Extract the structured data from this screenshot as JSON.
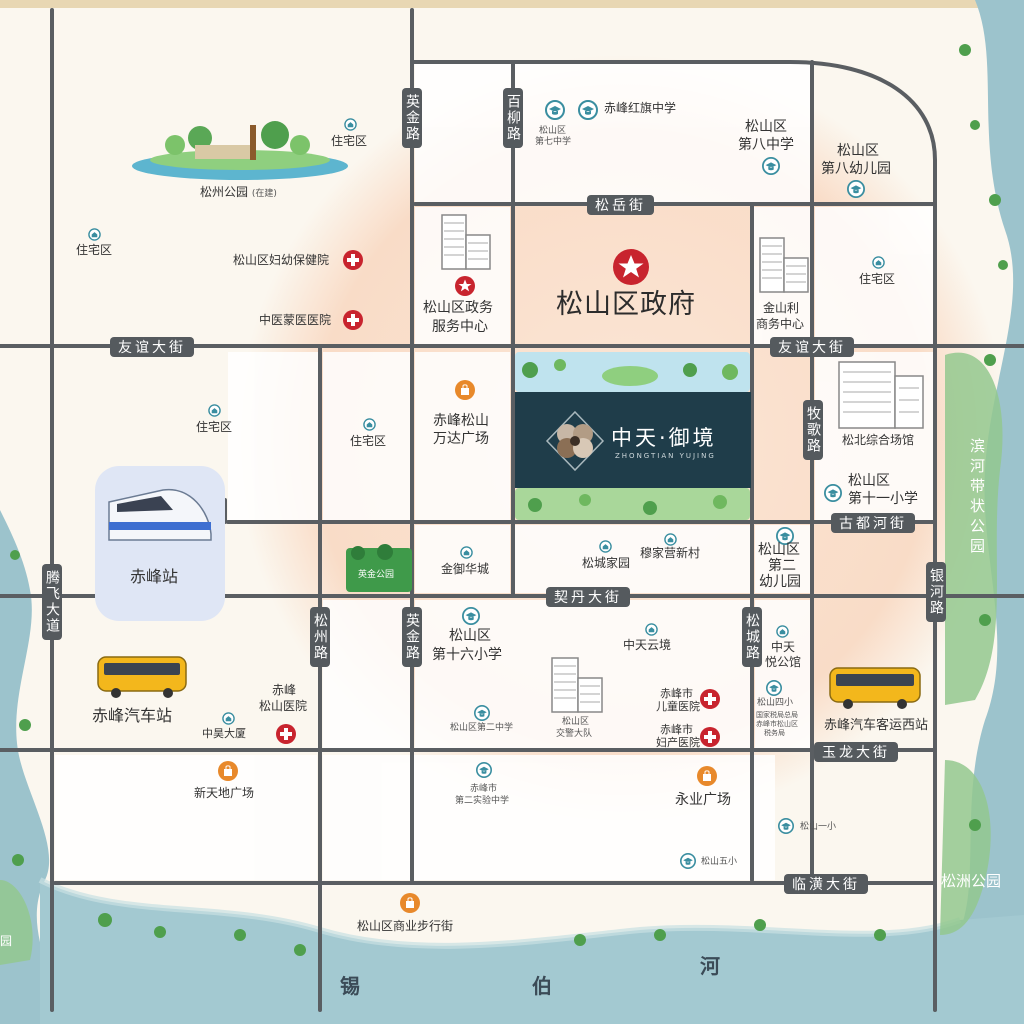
{
  "colors": {
    "road": "#5a5e62",
    "river": "#9cc3cc",
    "park_green": "#93c88e",
    "glow": "#f9ddc8",
    "tag_bg": "#555a5e",
    "brand_bg": "#1f3d4a",
    "marker_red": "#c8242e",
    "school_teal": "#3a8ea0",
    "mall_orange": "#e8892b"
  },
  "roads": {
    "youyi": "友谊大街",
    "songyue": "松岳街",
    "qidan": "契丹大街",
    "gudouhe": "古都河街",
    "yulong": "玉龙大街",
    "linhuang": "临潢大街",
    "yingjin_top": "英金路",
    "yingjin_bottom": "英金路",
    "bailiu": "百柳路",
    "muge": "牧歌路",
    "tengfei": "腾飞大道",
    "songzhou": "松州路",
    "songcheng": "松城路",
    "yinhe": "银河路"
  },
  "rivers": {
    "xi": "锡",
    "bo": "伯",
    "he": "河",
    "binhe_park": "滨河带状公园",
    "songzhou_park": "松洲公园",
    "left_park_fragment": "园"
  },
  "landmarks": {
    "government": "松山区政府",
    "gov_service_1": "松山区政务",
    "gov_service_2": "服务中心",
    "jinshanli_1": "金山利",
    "jinshanli_2": "商务中心",
    "wanda_1": "赤峰松山",
    "wanda_2": "万达广场",
    "songbei_gym": "松北综合场馆",
    "songzhou_park": "松州公园",
    "songzhou_park_note": "(在建)",
    "yingjin_park": "英金公园",
    "chifeng_station": "赤峰站",
    "bus_station": "赤峰汽车站",
    "bus_west": "赤峰汽车客运西站",
    "xintiandi": "新天地广场",
    "yongye": "永业广场",
    "pedestrian": "松山区商业步行街",
    "zhonghao": "中昊大厦",
    "police_1": "松山区",
    "police_2": "交警大队",
    "tax_1": "国家税局总局",
    "tax_2": "赤峰市松山区",
    "tax_3": "税务局"
  },
  "hospitals": {
    "maternal_child": "松山区妇幼保健院",
    "mongolian_med": "中医蒙医医院",
    "songshan_1": "赤峰",
    "songshan_2": "松山医院",
    "children_1": "赤峰市",
    "children_2": "儿童医院",
    "maternity_1": "赤峰市",
    "maternity_2": "妇产医院"
  },
  "schools": {
    "hongqi": "赤峰红旗中学",
    "no7_1": "松山区",
    "no7_2": "第七中学",
    "no8_1": "松山区",
    "no8_2": "第八中学",
    "kinder8_1": "松山区",
    "kinder8_2": "第八幼儿园",
    "no11_1": "松山区",
    "no11_2": "第十一小学",
    "kinder2_1": "松山区",
    "kinder2_2": "第二",
    "kinder2_3": "幼儿园",
    "no16_1": "松山区",
    "no16_2": "第十六小学",
    "no2mid": "松山区第二中学",
    "exp2_1": "赤峰市",
    "exp2_2": "第二实验中学",
    "songshan4": "松山四小",
    "songshan1": "松山一小",
    "songshan5": "松山五小"
  },
  "residential": {
    "zhuzhai_top": "住宅区",
    "zhuzhai_left": "住宅区",
    "zhuzhai_right": "住宅区",
    "zhuzhai_mid_left": "住宅区",
    "zhuzhai_mid": "住宅区",
    "jinyu": "金御华城",
    "songcheng": "松城家园",
    "mujiaying": "穆家营新村",
    "zhongtian_yunjing": "中天云境",
    "zhongtian_yue_1": "中天",
    "zhongtian_yue_2": "悦公馆"
  },
  "project": {
    "name_cn": "中天·御境",
    "name_en": "ZHONGTIAN YUJING"
  },
  "icons": {
    "government": "red-star-marker",
    "hospital": "red-cross-icon",
    "school": "graduation-cap-icon",
    "residential": "house-pin-icon",
    "mall": "shopping-bag-icon",
    "train": "high-speed-train-icon",
    "bus": "yellow-bus-icon"
  }
}
